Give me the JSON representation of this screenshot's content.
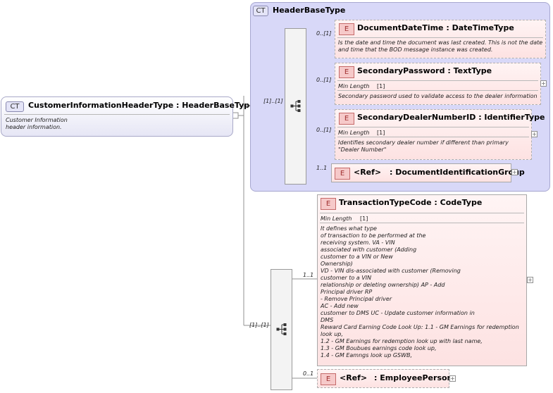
{
  "root": {
    "badge": "CT",
    "name": "CustomerInformationHeaderType",
    "type": ": HeaderBaseType",
    "doc": "Customer Information\nheader information."
  },
  "base": {
    "badge": "CT",
    "name": "HeaderBaseType"
  },
  "multiplicities": {
    "seq1": "[1]..[1]",
    "seq2": "[1]..[1]",
    "document_date_time": "0..[1]",
    "secondary_password": "0..[1]",
    "secondary_dealer_number": "0..[1]",
    "doc_ident_group": "1..1",
    "transaction_type_code": "1..1",
    "employee_person": "0..1"
  },
  "elements": {
    "document_date_time": {
      "badge": "E",
      "name": "DocumentDateTime",
      "type": ": DateTimeType",
      "doc": "Is the date and time the document was last created. This is not the date and time that the BOD message instance was created."
    },
    "secondary_password": {
      "badge": "E",
      "name": "SecondaryPassword",
      "type": ": TextType",
      "facet_label": "Min Length",
      "facet_value": "[1]",
      "doc": "Secondary password used to validate access to the dealer information"
    },
    "secondary_dealer_number": {
      "badge": "E",
      "name": "SecondaryDealerNumberID",
      "type": ": IdentifierType",
      "facet_label": "Min Length",
      "facet_value": "[1]",
      "doc": "Identifies secondary dealer number if different than primary \"Dealer Number\""
    },
    "doc_ident_group": {
      "badge": "E",
      "ref": "<Ref>",
      "type": ": DocumentIdentificationGroup"
    },
    "transaction_type_code": {
      "badge": "E",
      "name": "TransactionTypeCode",
      "type": ": CodeType",
      "facet_label": "Min Length",
      "facet_value": "[1]",
      "doc": "It defines what type\nof transaction to be performed at the\nreceiving system. VA - VIN\nassociated with customer (Adding\ncustomer to a VIN or New\nOwnership)\nVD - VIN dis-associated with customer (Removing\ncustomer to a VIN\nrelationship or deleting ownership) AP - Add\nPrincipal driver RP\n- Remove Principal driver\nAC - Add new\ncustomer to DMS UC - Update customer information in\nDMS\nReward Card Earning Code Look Up: 1.1 - GM Earnings for redemption\nlook up,\n1.2 - GM Earnings for redemption look up with last name,\n1.3 - GM Boubues earnings code look up,\n1.4 - GM Eamngs look up GSWB,"
    },
    "employee_person": {
      "badge": "E",
      "ref": "<Ref>",
      "type": ": EmployeePerson"
    }
  }
}
